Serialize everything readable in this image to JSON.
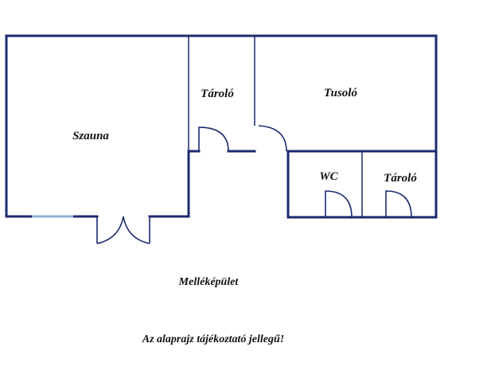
{
  "rooms": {
    "szauna": "Szauna",
    "tarolo_1": "Tároló",
    "tusolo": "Tusoló",
    "wc": "WC",
    "tarolo_2": "Tároló"
  },
  "captions": {
    "building": "Melléképület",
    "disclaimer": "Az alaprajz tájékoztató jellegű!"
  },
  "colors": {
    "wall": "#1c2a6e",
    "window": "#8fb0d6",
    "text": "#111111"
  }
}
